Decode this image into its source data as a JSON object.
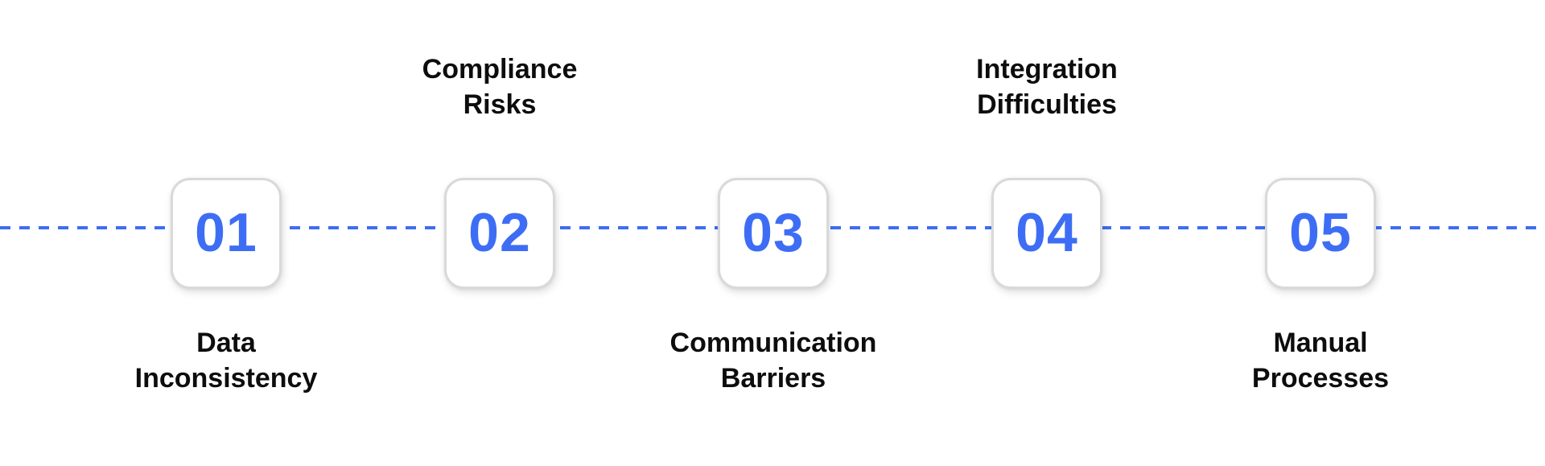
{
  "diagram": {
    "type": "horizontal-process-timeline",
    "background_color": "#FFFFFF",
    "accent_color": "#3E6DF5",
    "card_border_color": "#D9D9D9",
    "label_text_color": "#0D0D0D",
    "connector": {
      "style": "dashed",
      "color": "#3E6DF5"
    },
    "steps": [
      {
        "number": "01",
        "label": "Data Inconsistency",
        "label_lines": [
          "Data",
          "Inconsistency"
        ],
        "label_position": "below"
      },
      {
        "number": "02",
        "label": "Compliance Risks",
        "label_lines": [
          "Compliance",
          "Risks"
        ],
        "label_position": "above"
      },
      {
        "number": "03",
        "label": "Communication Barriers",
        "label_lines": [
          "Communication",
          "Barriers"
        ],
        "label_position": "below"
      },
      {
        "number": "04",
        "label": "Integration Difficulties",
        "label_lines": [
          "Integration",
          "Difficulties"
        ],
        "label_position": "above"
      },
      {
        "number": "05",
        "label": "Manual Processes",
        "label_lines": [
          "Manual",
          "Processes"
        ],
        "label_position": "below"
      }
    ]
  }
}
